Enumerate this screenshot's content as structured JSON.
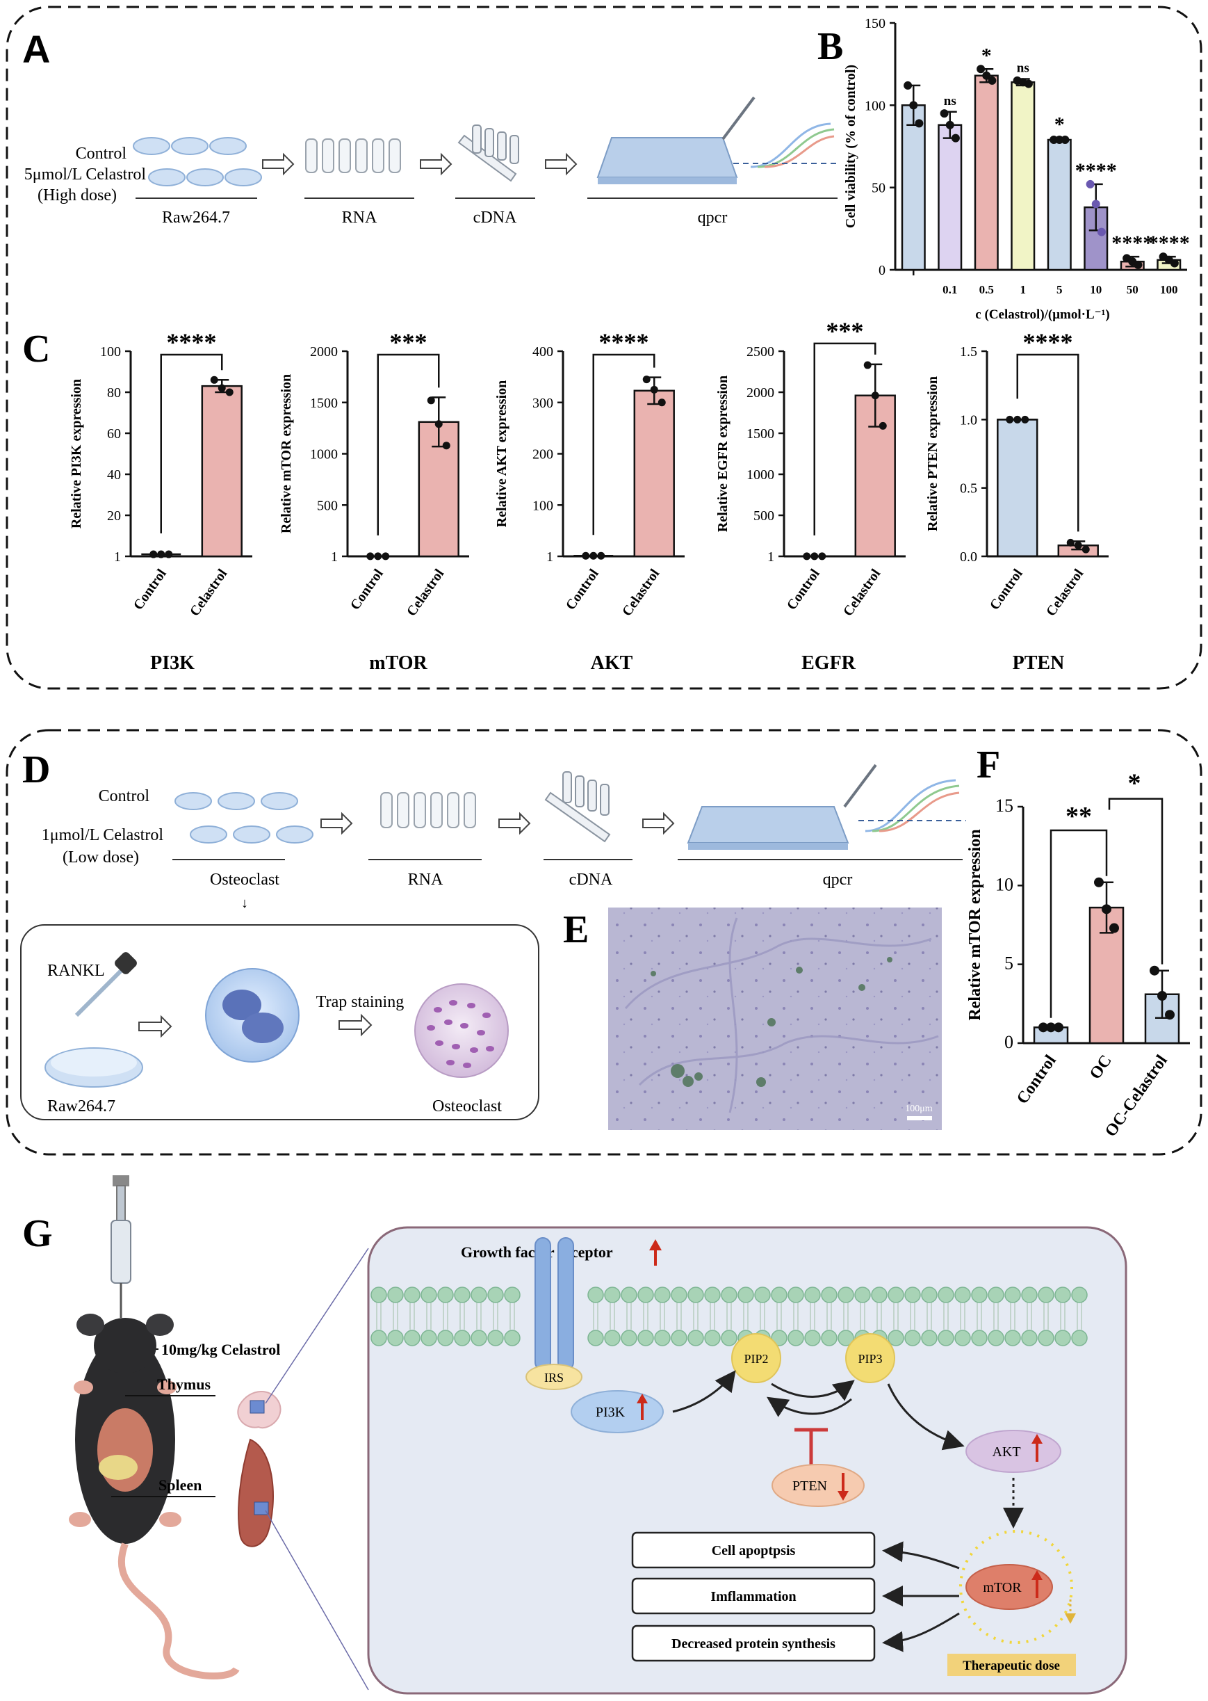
{
  "panels": {
    "A": {
      "letter": "A",
      "groups": [
        "Control",
        "5μmol/L Celastrol",
        "(High dose)"
      ],
      "steps": [
        "Raw264.7",
        "RNA",
        "cDNA",
        "qpcr"
      ]
    },
    "B": {
      "letter": "B"
    },
    "C": {
      "letter": "C",
      "captions": [
        "PI3K",
        "mTOR",
        "AKT",
        "EGFR",
        "PTEN"
      ]
    },
    "D": {
      "letter": "D",
      "groups": [
        "Control",
        "1μmol/L Celastrol",
        "(Low dose)"
      ],
      "steps": [
        "Osteoclast",
        "RNA",
        "cDNA",
        "qpcr"
      ],
      "arrow_down": "↓",
      "inset": {
        "rankl": "RANKL",
        "trap": "Trap staining",
        "left_label": "Raw264.7",
        "right_label": "Osteoclast"
      }
    },
    "E": {
      "letter": "E",
      "scale_bar": "100μm"
    },
    "F": {
      "letter": "F"
    },
    "G": {
      "letter": "G",
      "injection": "10mg/kg Celastrol",
      "organ1": "Thymus",
      "organ2": "Spleen",
      "receptor": "Growth factor receptor",
      "irs": "IRS",
      "pi3k": "PI3K",
      "pip2": "PIP2",
      "pip3": "PIP3",
      "pten": "PTEN",
      "akt": "AKT",
      "mtor": "mTOR",
      "outcomes": [
        "Cell apoptpsis",
        "Imflammation",
        "Decreased protein synthesis"
      ],
      "therapeutic": "Therapeutic dose"
    }
  },
  "colors": {
    "blue_bar": "#c8d8ea",
    "pink_bar": "#eab3b0",
    "purple_bar": "#ddd3f1",
    "yellow_bar": "#f1f4c6",
    "dark_purple_bar": "#9f93c9",
    "membrane": "#a8d3b6",
    "cell_bg": "#e5eaf3",
    "up_arrow": "#cc2a1a"
  },
  "chart_data": [
    {
      "id": "B",
      "type": "bar",
      "categories": [
        "",
        "0.1",
        "0.5",
        "1",
        "5",
        "10",
        "50",
        "100"
      ],
      "values": [
        100,
        88,
        118,
        114,
        79,
        38,
        5,
        6
      ],
      "errors": [
        12,
        8,
        4,
        2,
        1,
        14,
        3,
        2
      ],
      "points": [
        [
          112,
          100,
          89
        ],
        [
          95,
          88,
          80
        ],
        [
          122,
          118,
          115
        ],
        [
          115,
          114,
          113
        ],
        [
          79,
          79,
          79
        ],
        [
          52,
          40,
          23
        ],
        [
          7,
          5,
          3
        ],
        [
          8,
          6,
          4
        ]
      ],
      "significance": [
        "",
        "ns",
        "*",
        "ns",
        "*",
        "****",
        "****",
        "****"
      ],
      "xlabel": "c (Celastrol)/(μmol·L⁻¹)",
      "ylabel": "Cell viability (% of control)",
      "yticks": [
        "0",
        "50",
        "100",
        "150"
      ],
      "ylim": [
        0,
        150
      ]
    },
    {
      "id": "C-PI3K",
      "type": "bar",
      "categories": [
        "Control",
        "Celastrol"
      ],
      "values": [
        1,
        83
      ],
      "errors": [
        0,
        3
      ],
      "points": [
        [
          1,
          1,
          1
        ],
        [
          86,
          82,
          80
        ]
      ],
      "significance": "****",
      "ylabel": "Relative PI3K expression",
      "yticks": [
        "1",
        "20",
        "40",
        "60",
        "80",
        "100"
      ],
      "ylim": [
        0,
        100
      ]
    },
    {
      "id": "C-mTOR",
      "type": "bar",
      "categories": [
        "Control",
        "Celastrol"
      ],
      "values": [
        1,
        1310
      ],
      "errors": [
        0,
        240
      ],
      "points": [
        [
          1,
          1,
          1
        ],
        [
          1520,
          1290,
          1080
        ]
      ],
      "significance": "***",
      "ylabel": "Relative mTOR expression",
      "yticks": [
        "1",
        "500",
        "1000",
        "1500",
        "2000"
      ],
      "ylim": [
        0,
        2000
      ]
    },
    {
      "id": "C-AKT",
      "type": "bar",
      "categories": [
        "Control",
        "Celastrol"
      ],
      "values": [
        1,
        323
      ],
      "errors": [
        0,
        26
      ],
      "points": [
        [
          1,
          1,
          1
        ],
        [
          345,
          325,
          300
        ]
      ],
      "significance": "****",
      "ylabel": "Relative AKT expression",
      "yticks": [
        "1",
        "100",
        "200",
        "300",
        "400"
      ],
      "ylim": [
        0,
        400
      ]
    },
    {
      "id": "C-EGFR",
      "type": "bar",
      "categories": [
        "Control",
        "Celastrol"
      ],
      "values": [
        1,
        1960
      ],
      "errors": [
        0,
        380
      ],
      "points": [
        [
          1,
          1,
          1
        ],
        [
          2330,
          1960,
          1590
        ]
      ],
      "significance": "***",
      "ylabel": "Relative EGFR expression",
      "yticks": [
        "1",
        "500",
        "1000",
        "1500",
        "2000",
        "2500"
      ],
      "ylim": [
        0,
        2500
      ]
    },
    {
      "id": "C-PTEN",
      "type": "bar",
      "categories": [
        "Control",
        "Celastrol"
      ],
      "values": [
        1.0,
        0.08
      ],
      "errors": [
        0,
        0.03
      ],
      "points": [
        [
          1,
          1,
          1
        ],
        [
          0.1,
          0.08,
          0.05
        ]
      ],
      "significance": "****",
      "ylabel": "Relative PTEN expression",
      "yticks": [
        "0.0",
        "0.5",
        "1.0",
        "1.5"
      ],
      "ylim": [
        0,
        1.5
      ]
    },
    {
      "id": "F",
      "type": "bar",
      "categories": [
        "Control",
        "OC",
        "OC-Celastrol"
      ],
      "values": [
        1.0,
        8.6,
        3.1
      ],
      "errors": [
        0.1,
        1.6,
        1.5
      ],
      "points": [
        [
          1,
          1,
          1
        ],
        [
          10.2,
          8.5,
          7.3
        ],
        [
          4.6,
          3.0,
          1.8
        ]
      ],
      "significance": [
        "**",
        "*"
      ],
      "ylabel": "Relative mTOR expression",
      "yticks": [
        "0",
        "5",
        "10",
        "15"
      ],
      "ylim": [
        0,
        15
      ]
    }
  ]
}
